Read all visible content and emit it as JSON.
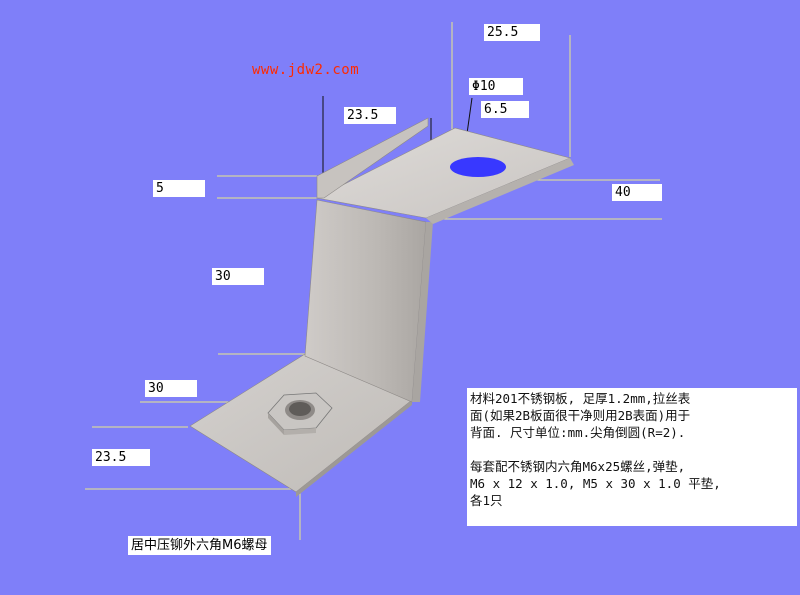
{
  "watermark": "www.jdw2.com",
  "dimensions": {
    "top_width": "25.5",
    "upper_length": "23.5",
    "hole_dia": "Φ10",
    "hole_offset": "6.5",
    "lip_height": "5",
    "top_depth": "40",
    "vertical_height": "30",
    "bottom_width": "30",
    "bottom_length": "23.5"
  },
  "notes": {
    "line1": "材料201不锈钢板, 足厚1.2mm,拉丝表",
    "line2": "面(如果2B板面很干净则用2B表面)用于",
    "line3": "背面. 尺寸单位:mm.尖角倒圆(R=2).",
    "line4": "每套配不锈钢内六角M6x25螺丝,弹垫,",
    "line5": "M6 x 12 x 1.0, M5 x 30 x 1.0 平垫,",
    "line6": "各1只"
  },
  "nut_label": "居中压铆外六角M6螺母",
  "colors": {
    "background": "#7f7ff9",
    "metal_light": "#d8d5d2",
    "metal_mid": "#c4c0bd",
    "metal_dark": "#9d9995",
    "dimension_line": "#e8e88a",
    "hole": "#3838ff",
    "watermark": "#ff2a00"
  }
}
